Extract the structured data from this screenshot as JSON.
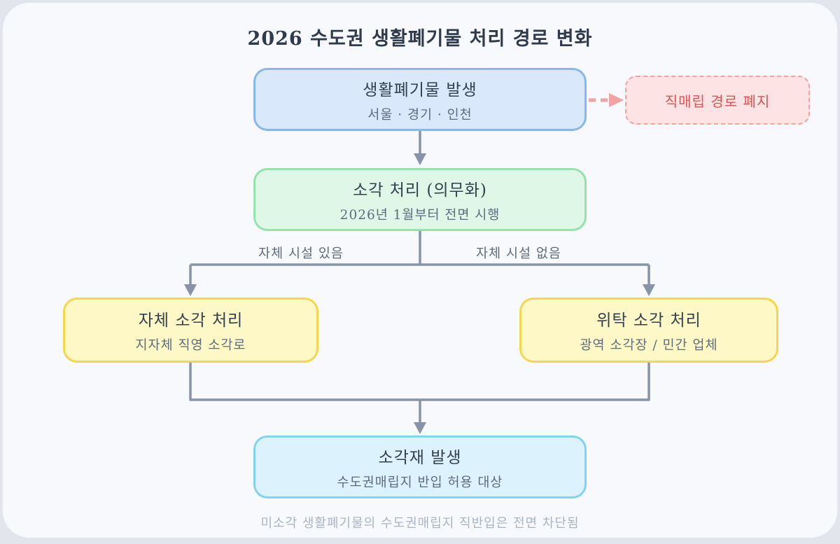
{
  "title": "2026 수도권 생활폐기물 처리 경로 변화",
  "nodes": {
    "waste_generation": {
      "title": "생활폐기물 발생",
      "subtitle": "서울 · 경기 · 인천"
    },
    "landfill_route_abolished": {
      "title": "직매립 경로 폐지"
    },
    "incineration_mandatory": {
      "title": "소각 처리 (의무화)",
      "subtitle": "2026년 1월부터 전면 시행"
    },
    "self_incineration": {
      "title": "자체 소각 처리",
      "subtitle": "지자체 직영 소각로"
    },
    "consigned_incineration": {
      "title": "위탁 소각 처리",
      "subtitle": "광역 소각장 / 민간 업체"
    },
    "ash_generation": {
      "title": "소각재 발생",
      "subtitle": "수도권매립지 반입 허용 대상"
    }
  },
  "edge_labels": {
    "has_own_facility": "자체 시설 있음",
    "no_own_facility": "자체 시설 없음"
  },
  "footnote": "미소각 생활폐기물의 수도권매립지 직반입은 전면 차단됨",
  "colors": {
    "page-bg": "#e2e6ec",
    "card-bg": "#f7f9fc",
    "title-text": "#2e3a4d",
    "node-title": "#33404f",
    "node-subtitle": "#5d6b7e",
    "label-text": "#5f6b7d",
    "footnote-text": "#a9b5c5",
    "connector": "#8693a8",
    "connector-dashed": "#f2a2a2",
    "blue-fill": "#d9e9fb",
    "blue-border": "#88b7ea",
    "green-fill": "#def7e6",
    "green-border": "#93e3ab",
    "yellow-fill": "#fdf8c5",
    "yellow-border": "#f6d64e",
    "cyan-fill": "#dcf2fd",
    "cyan-border": "#84d2f2",
    "red-fill": "#fde3e3",
    "red-border": "#f2a2a2",
    "red-text": "#dd5252"
  }
}
